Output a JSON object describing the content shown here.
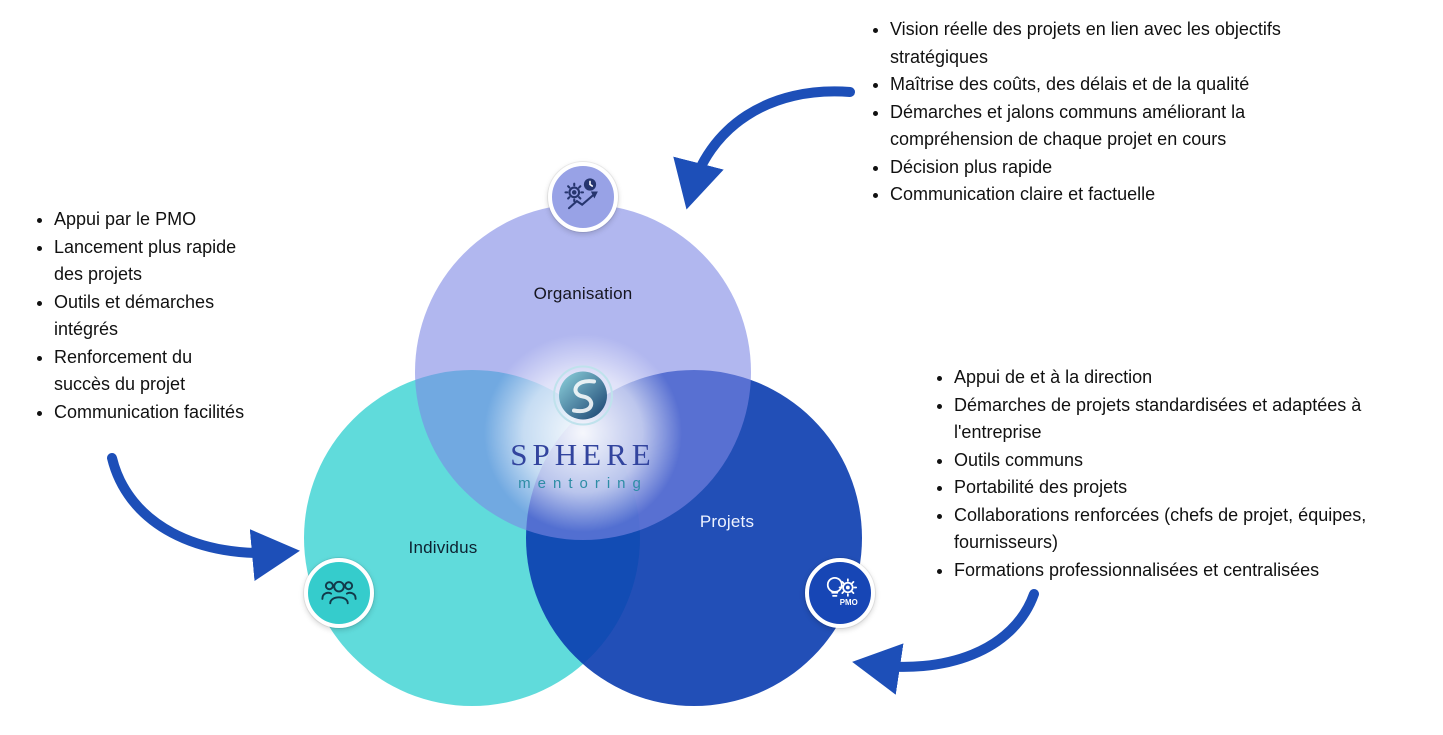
{
  "diagram": {
    "logo": {
      "title": "SPHERE",
      "subtitle": "mentoring"
    },
    "circles": {
      "organisation": {
        "label": "Organisation",
        "color": "#7d87e4"
      },
      "individus": {
        "label": "Individus",
        "color": "#23cdcd"
      },
      "projets": {
        "label": "Projets",
        "color": "#0a3caf"
      }
    },
    "badges": {
      "pmo_label": "PMO"
    },
    "arrow_color": "#1d4fb8",
    "benefits": {
      "individus": {
        "items": [
          "Appui par le PMO",
          "Lancement plus rapide des projets",
          "Outils et démarches intégrés",
          "Renforcement du succès du projet",
          "Communication facilités"
        ]
      },
      "organisation": {
        "items": [
          "Vision réelle des projets en lien avec les objectifs stratégiques",
          "Maîtrise des coûts, des délais et de la qualité",
          "Démarches et jalons communs améliorant la compréhension de chaque projet en cours",
          "Décision plus rapide",
          "Communication claire et factuelle"
        ]
      },
      "projets": {
        "items": [
          "Appui de et à la direction",
          "Démarches de projets standardisées et adaptées à l'entreprise",
          "Outils communs",
          "Portabilité des projets",
          "Collaborations renforcées (chefs de projet, équipes, fournisseurs)",
          "Formations professionnalisées et centralisées"
        ]
      }
    }
  }
}
